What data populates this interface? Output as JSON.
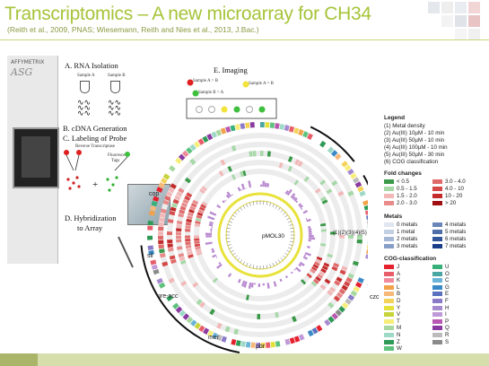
{
  "title": "Transcriptomics – A new microarray for CH34",
  "subtitle": "(Reith et al., 2009, PNAS; Wiesemann, Reith and Nies et al., 2013, J.Bac.)",
  "colors": {
    "title": "#a6c43a",
    "accent": "#c9d67a"
  },
  "left_figure": {
    "chip_label": "AFFYMETRIX",
    "steps": {
      "a": "A. RNA Isolation",
      "b": "B. cDNA Generation",
      "c": "C. Labeling of Probe",
      "d": "D. Hybridization",
      "d2": "to Array"
    },
    "sample_a": "Sample A",
    "sample_b": "Sample B",
    "reverse_transcriptase": "Reverse Transcriptase",
    "fluorescent": "Fluorescent",
    "tags": "Tags",
    "plus": "+"
  },
  "imaging": {
    "title": "E. Imaging",
    "a_gt_b": "Sample A > B",
    "a_eq_b": "Sample A = B",
    "b_gt_a": "Sample B > A"
  },
  "circos": {
    "center_label": "pMOL30",
    "ring_label": "(1)(2)(3)(4)(5)",
    "regions": [
      "cop",
      "sil",
      "nre-ncc",
      "mer",
      "pbr",
      "czc"
    ]
  },
  "legend": {
    "title": "Legend",
    "items": [
      "(1) Metal density",
      "(2) Au(III) 10µM - 10 min",
      "(3) Au(III) 50µM - 10 min",
      "(4) Au(III) 100µM - 10 min",
      "(5) Au(III) 50µM - 30 min",
      "(6) COG classification"
    ],
    "fold_title": "Fold changes",
    "fold": [
      {
        "label": "< 0.5",
        "color": "#3a9a4a"
      },
      {
        "label": "0.5 - 1.5",
        "color": "#a6d8a8"
      },
      {
        "label": "1.5 - 2.0",
        "color": "#f2b8b8"
      },
      {
        "label": "2.0 - 3.0",
        "color": "#e98b8b"
      },
      {
        "label": "3.0 - 4.0",
        "color": "#e06a6a"
      },
      {
        "label": "4.0 - 10",
        "color": "#d64848"
      },
      {
        "label": "10 - 20",
        "color": "#c42a2a"
      },
      {
        "label": "> 20",
        "color": "#a01010"
      }
    ],
    "metals_title": "Metals",
    "metals": [
      {
        "label": "0 metals",
        "color": "#dfe6f0"
      },
      {
        "label": "1 metal",
        "color": "#c3cfe2"
      },
      {
        "label": "2 metals",
        "color": "#a5b7d4"
      },
      {
        "label": "3 metals",
        "color": "#879fc6"
      },
      {
        "label": "4 metals",
        "color": "#6a86b8"
      },
      {
        "label": "5 metals",
        "color": "#4e6ea9"
      },
      {
        "label": "6 metals",
        "color": "#33559a"
      },
      {
        "label": "7 metals",
        "color": "#1a3d8a"
      }
    ],
    "cog_title": "COG-classification",
    "cog": [
      {
        "label": "J",
        "color": "#e4212c"
      },
      {
        "label": "A",
        "color": "#e85d6a"
      },
      {
        "label": "K",
        "color": "#f08a9b"
      },
      {
        "label": "L",
        "color": "#f2a24a"
      },
      {
        "label": "B",
        "color": "#f6b97a"
      },
      {
        "label": "D",
        "color": "#f4d25a"
      },
      {
        "label": "Y",
        "color": "#e4e23a"
      },
      {
        "label": "V",
        "color": "#c8d43a"
      },
      {
        "label": "T",
        "color": "#f7ee7a"
      },
      {
        "label": "M",
        "color": "#a8d8a0"
      },
      {
        "label": "N",
        "color": "#9ed9c8"
      },
      {
        "label": "Z",
        "color": "#2e9a56"
      },
      {
        "label": "W",
        "color": "#5ec27e"
      },
      {
        "label": "U",
        "color": "#38b07a"
      },
      {
        "label": "O",
        "color": "#4aa6a0"
      },
      {
        "label": "C",
        "color": "#6ab4d8"
      },
      {
        "label": "G",
        "color": "#3a8ac8"
      },
      {
        "label": "E",
        "color": "#5a72c0"
      },
      {
        "label": "F",
        "color": "#8a7ac8"
      },
      {
        "label": "H",
        "color": "#a68ad0"
      },
      {
        "label": "I",
        "color": "#c09ad8"
      },
      {
        "label": "P",
        "color": "#b858b0"
      },
      {
        "label": "Q",
        "color": "#8a3aa0"
      },
      {
        "label": "R",
        "color": "#bcbcbc"
      },
      {
        "label": "S",
        "color": "#8a8a8a"
      }
    ]
  }
}
